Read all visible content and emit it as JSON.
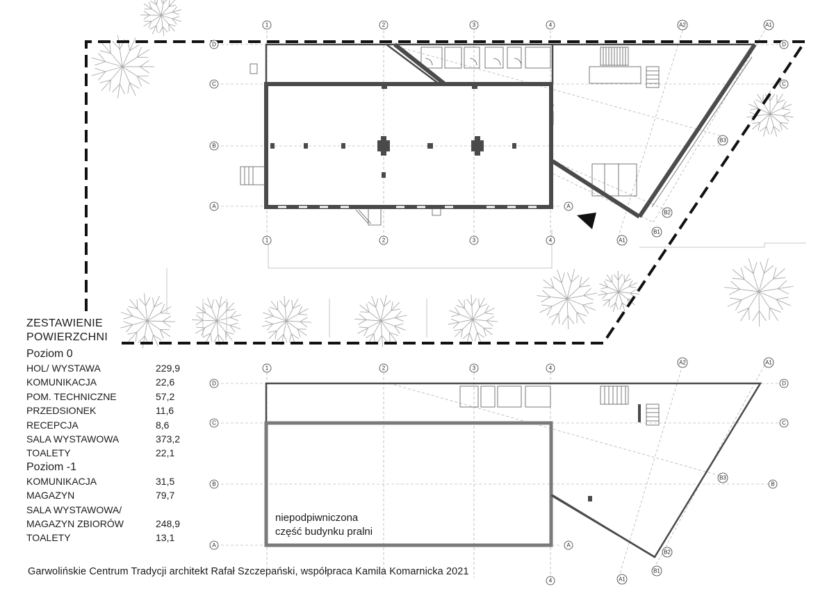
{
  "summary": {
    "heading_line1": "ZESTAWIENIE",
    "heading_line2": "POWIERZCHNI",
    "levels": [
      {
        "name": "Poziom  0",
        "rows": [
          {
            "label": "HOL/ WYSTAWA",
            "value": "229,9"
          },
          {
            "label": "KOMUNIKACJA",
            "value": "22,6"
          },
          {
            "label": "POM. TECHNICZNE",
            "value": "57,2"
          },
          {
            "label": "PRZEDSIONEK",
            "value": "11,6"
          },
          {
            "label": "RECEPCJA",
            "value": "8,6"
          },
          {
            "label": "SALA WYSTAWOWA",
            "value": "373,2"
          },
          {
            "label": "TOALETY",
            "value": "22,1"
          }
        ]
      },
      {
        "name": "Poziom -1",
        "rows": [
          {
            "label": "KOMUNIKACJA",
            "value": "31,5"
          },
          {
            "label": "MAGAZYN",
            "value": "79,7"
          },
          {
            "label": "SALA WYSTAWOWA/",
            "value": ""
          },
          {
            "label": "MAGAZYN ZBIORÓW",
            "value": "248,9"
          },
          {
            "label": "TOALETY",
            "value": "13,1"
          }
        ]
      }
    ]
  },
  "note": {
    "line1": "niepodpiwniczona",
    "line2": "część budynku pralni"
  },
  "footer": "Garwolińskie Centrum Tradycji  architekt Rafał Szczepański, współpraca Kamila Komarnicka 2021",
  "grid_labels": {
    "numbers": [
      "1",
      "2",
      "3",
      "4"
    ],
    "letters": [
      "A",
      "B",
      "C",
      "D"
    ],
    "diagonal": [
      "A1",
      "A2",
      "B1",
      "B2",
      "B3"
    ]
  },
  "colors": {
    "wall": "#4a4a4a",
    "boundary": "#111111",
    "trees": "#a9a9a9",
    "gridlines": "#9a9a9a"
  }
}
